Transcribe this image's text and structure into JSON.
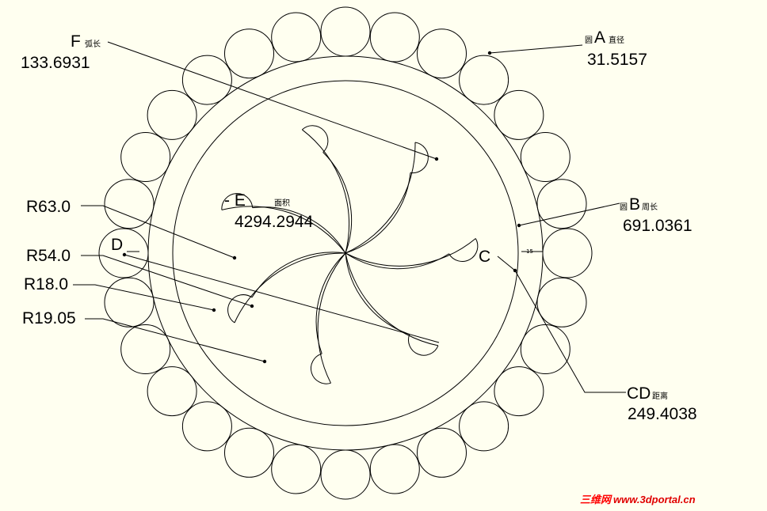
{
  "annotations": {
    "f_label": "F",
    "f_caption": "弧长",
    "f_value": "133.6931",
    "a_prefix": "圆",
    "a_label": "A",
    "a_caption": "直径",
    "a_value": "31.5157",
    "b_prefix": "圆",
    "b_label": "B",
    "b_caption": "周长",
    "b_value": "691.0361",
    "e_label": "- E",
    "e_caption": "面积",
    "e_value": "4294.2944",
    "cd_label": "CD",
    "cd_caption": "距离",
    "cd_value": "249.4038",
    "c_label": "C",
    "d_label": "D",
    "gap_value": "15",
    "r63": "R63.0",
    "r54": "R54.0",
    "r18": "R18.0",
    "r19": "R19.05"
  },
  "watermark": {
    "brand": "三维网",
    "url": "www.3dportal.cn",
    "brand_color": "#ff0000",
    "url_color": "#e00000"
  }
}
